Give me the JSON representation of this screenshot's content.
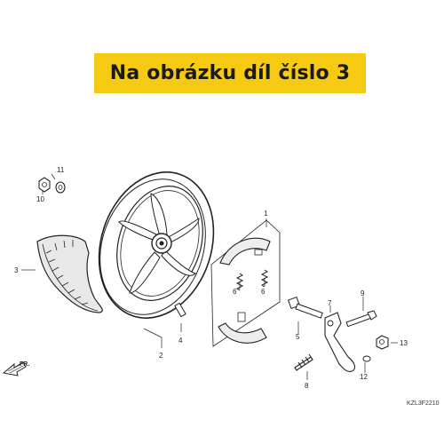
{
  "banner": {
    "text": "Na obrázku díl číslo 3"
  },
  "diagram": {
    "direction_label": "FR.",
    "drawing_code": "KZL3F2210",
    "callouts": [
      "1",
      "2",
      "3",
      "4",
      "5",
      "6",
      "6",
      "7",
      "8",
      "9",
      "10",
      "11",
      "12",
      "13"
    ]
  },
  "colors": {
    "banner": "#f6c913",
    "line": "#222222",
    "tire": "#c9c9c9"
  }
}
